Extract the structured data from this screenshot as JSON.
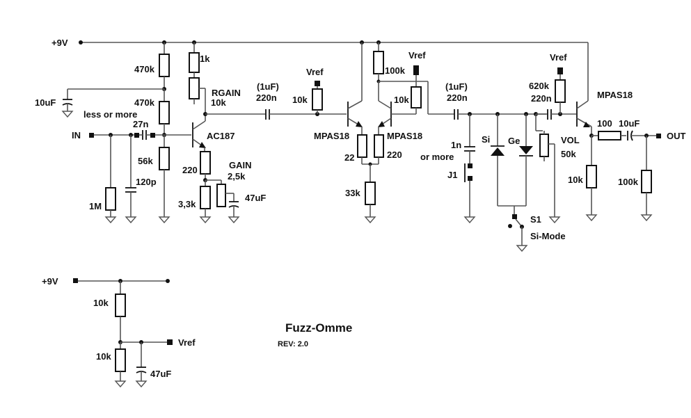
{
  "title": "Fuzz-Omme",
  "revision": "REV: 2.0",
  "nets": {
    "supply": "+9V",
    "vref": "Vref",
    "input": "IN",
    "output": "OUT"
  },
  "input_stage": {
    "r_bias_top": "470k",
    "r_bias_mid": "470k",
    "c_bias": "10uF",
    "c_input_note": "less or more",
    "c_input": "27n",
    "r_bias_bottom": "56k",
    "r_input_pulldown": "1M",
    "c_input_shunt": "120p",
    "r_collector": "1k",
    "pot_rgain_name": "RGAIN",
    "pot_rgain_value": "10k",
    "transistor": "AC187",
    "r_emitter": "220",
    "pot_gain_name": "GAIN",
    "pot_gain_value": "2,5k",
    "r_emitter_gnd": "3,3k",
    "c_emitter": "47uF"
  },
  "diff_stage": {
    "c_couple_alt": "(1uF)",
    "c_couple": "220n",
    "r_bias_left": "10k",
    "transistor_left": "MPAS18",
    "transistor_right": "MPAS18",
    "r_emitter_left": "22",
    "r_emitter_right": "220",
    "r_tail": "33k",
    "r_collector": "100k",
    "r_bias_right": "10k"
  },
  "clipping_stage": {
    "c_couple_alt": "(1uF)",
    "c_couple": "220n",
    "c_filter": "1n",
    "c_filter_note": "or more",
    "jumper": "J1",
    "diode_si": "Si",
    "diode_ge": "Ge",
    "switch": "S1",
    "switch_mode": "Si-Mode"
  },
  "output_stage": {
    "r_bias": "620k",
    "c_couple": "220n",
    "pot_vol_name": "VOL",
    "pot_vol_value": "50k",
    "transistor": "MPAS18",
    "r_series": "100",
    "c_out": "10uF",
    "r_emitter": "10k",
    "r_pulldown": "100k"
  },
  "vref_supply": {
    "r_top": "10k",
    "r_bottom": "10k",
    "c_filter": "47uF"
  }
}
